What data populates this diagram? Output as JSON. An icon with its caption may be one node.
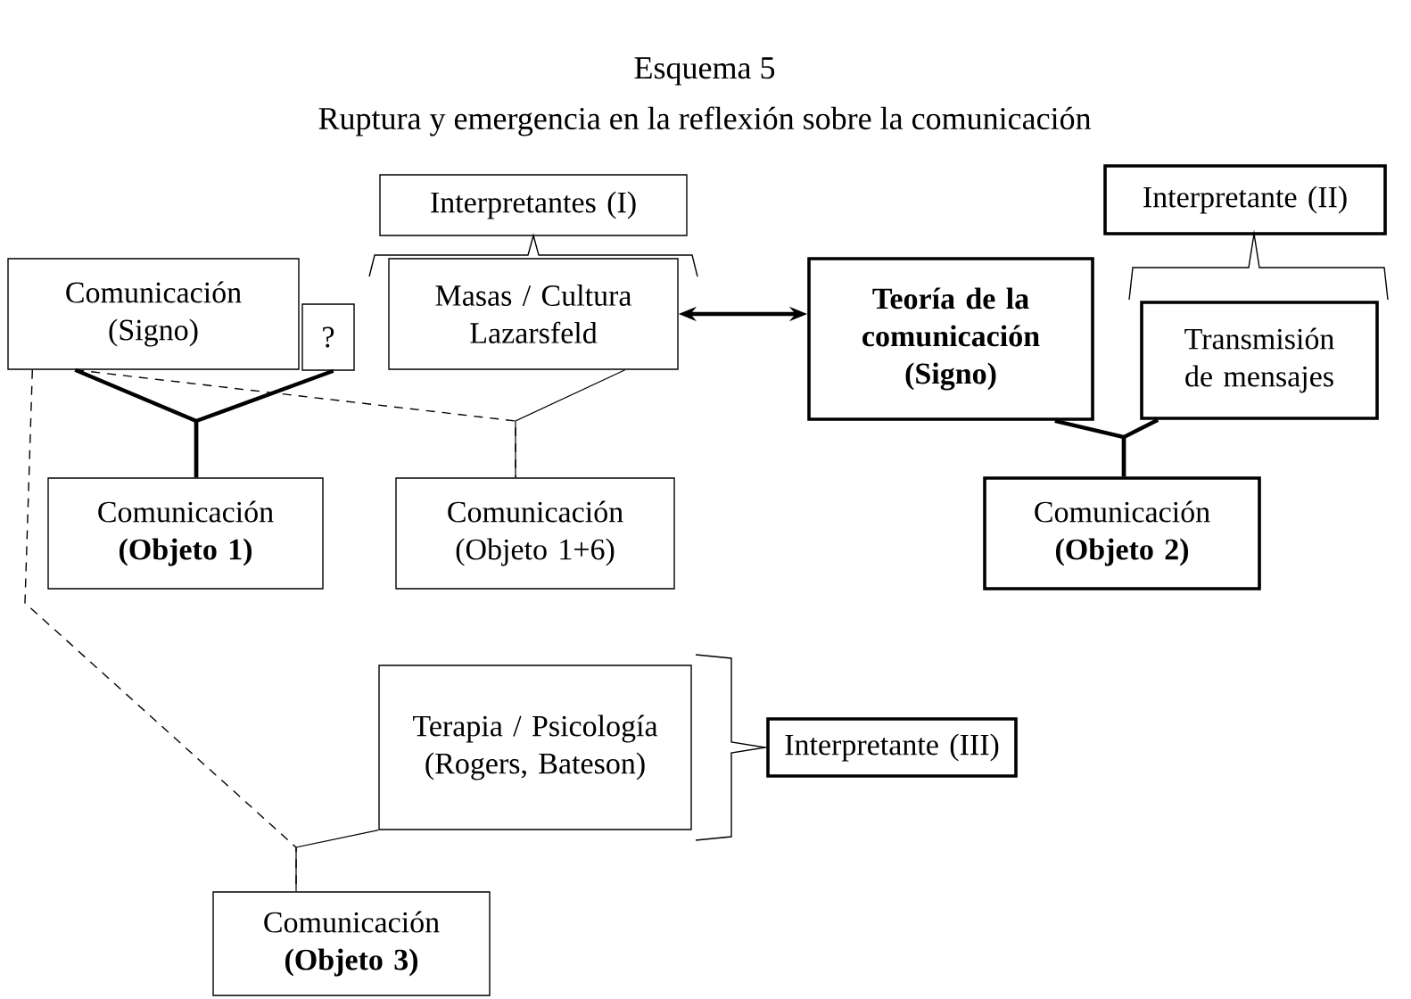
{
  "diagram": {
    "title": "Esquema 5",
    "labels": [
      "Ruptura y emergencia en la reflexión sobre la comunicación"
    ],
    "nodes": [
      {
        "text": [
          "Interpretantes (I)"
        ]
      },
      {
        "text": [
          "Comunicación (Signo)"
        ]
      },
      {
        "text": [
          "?"
        ]
      },
      {
        "text": [
          "Masas / Cultura Lazarsfeld"
        ]
      },
      {
        "text": [
          "Interpretante (II)"
        ]
      },
      {
        "text": [
          "Teoría de la comunicación (Signo)"
        ]
      },
      {
        "text": [
          "Transmisión de mensajes"
        ]
      },
      {
        "text": [
          "Comunicación **(Objeto 1)**"
        ]
      },
      {
        "text": [
          "Comunicación (Objeto 1+6)"
        ]
      },
      {
        "text": [
          "Comunicación **(Objeto 2)**"
        ]
      },
      {
        "text": [
          "Terapia / Psicología (Rogers, Bateson)"
        ]
      },
      {
        "text": [
          "Interpretante (III)"
        ]
      },
      {
        "text": [
          "Comunicación **(Objeto 3)**"
        ]
      }
    ],
    "edges": [
      {
        "from": 1,
        "to": 7,
        "arrow": "none"
      },
      {
        "from": 2,
        "to": 7,
        "arrow": "none"
      },
      {
        "from": 1,
        "to": 8,
        "arrow": "none",
        "style": "dashed"
      },
      {
        "from": 3,
        "to": 8,
        "arrow": "none"
      },
      {
        "from": 3,
        "to": 5,
        "arrow": "both"
      },
      {
        "from": 5,
        "to": 9,
        "arrow": "none"
      },
      {
        "from": 6,
        "to": 9,
        "arrow": "none"
      },
      {
        "from": 1,
        "to": 12,
        "arrow": "none",
        "style": "dashed"
      },
      {
        "from": 10,
        "to": 12,
        "arrow": "none"
      }
    ]
  }
}
